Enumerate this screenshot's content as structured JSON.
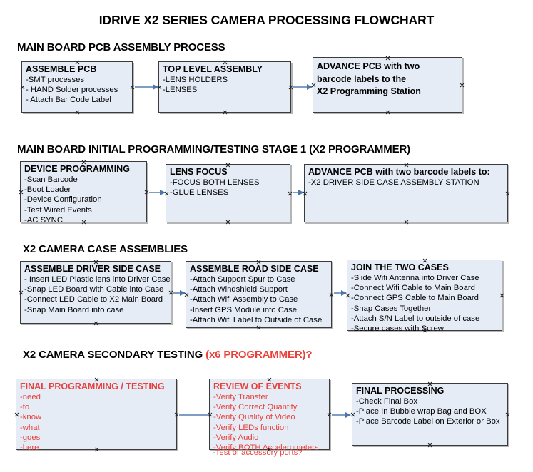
{
  "page": {
    "title": "IDRIVE X2  SERIES CAMERA PROCESSING FLOWCHART",
    "accent_color": "#e8403a",
    "box_fill": "#e6ecf6",
    "box_border": "#3b3b3b",
    "arrow_color": "#4a76ad"
  },
  "sections": [
    {
      "id": "sec1",
      "heading": "MAIN BOARD PCB ASSEMBLY PROCESS",
      "heading_accent": ""
    },
    {
      "id": "sec2",
      "heading": "MAIN BOARD INITIAL PROGRAMMING/TESTING STAGE 1 (X2 PROGRAMMER)",
      "heading_accent": ""
    },
    {
      "id": "sec3",
      "heading": "X2 CAMERA CASE ASSEMBLIES",
      "heading_accent": ""
    },
    {
      "id": "sec4",
      "heading": "X2 CAMERA SECONDARY TESTING ",
      "heading_accent": "(x6 PROGRAMMER)?"
    }
  ],
  "row1": {
    "box1": {
      "title": "ASSEMBLE PCB",
      "lines": [
        "-SMT processes",
        "- HAND Solder processes",
        "- Attach Bar Code Label"
      ]
    },
    "box2": {
      "title": "TOP LEVEL ASSEMBLY",
      "lines": [
        "-LENS HOLDERS",
        "-LENSES"
      ]
    },
    "box3": {
      "title_lines": [
        "ADVANCE PCB with two",
        "barcode labels to the",
        " X2 Programming Station"
      ],
      "lines": []
    }
  },
  "row2": {
    "box1": {
      "title": "DEVICE PROGRAMMING",
      "lines": [
        "-Scan Barcode",
        "-Boot Loader",
        "-Device Configuration",
        "-Test Wired Events",
        "-AC SYNC"
      ]
    },
    "box2": {
      "title": "LENS FOCUS",
      "lines": [
        "-FOCUS BOTH LENSES",
        "-GLUE LENSES"
      ]
    },
    "box3": {
      "title": "ADVANCE PCB with two barcode labels to:",
      "lines": [
        "-X2 DRIVER  SIDE  CASE  ASSEMBLY STATION"
      ]
    }
  },
  "row3": {
    "box1": {
      "title": "ASSEMBLE DRIVER SIDE CASE",
      "lines": [
        "- Insert LED Plastic lens into Driver Case",
        "-Snap LED Board with Cable into Case",
        "-Connect LED Cable to X2 Main Board",
        "-Snap Main Board into case"
      ]
    },
    "box2": {
      "title": "ASSEMBLE ROAD SIDE CASE",
      "lines": [
        "-Attach Support Spur to Case",
        "-Attach Windshield Support",
        "-Attach Wifi Assembly to Case",
        "-Insert GPS Module into Case",
        "-Attach Wifi Label to Outside of Case"
      ]
    },
    "box3": {
      "title": "JOIN THE TWO CASES",
      "lines": [
        "-Slide Wifi Antenna into Driver Case",
        "-Connect Wifi Cable to Main Board",
        "-Connect GPS Cable to Main Board",
        "-Snap Cases Together",
        "-Attach S/N Label to outside of case",
        "-Secure cases with Screw"
      ]
    }
  },
  "row4": {
    "box1": {
      "title": "FINAL PROGRAMMING / TESTING",
      "lines": [
        "-need",
        "-to",
        "-know",
        "-what",
        "-goes",
        "-here"
      ]
    },
    "box2": {
      "title": "REVIEW OF EVENTS",
      "lines": [
        "-Verify Transfer",
        "-Verify Correct Quantity",
        "-Verify Quality of Video",
        "-Verify LEDs function",
        "-Verify Audio",
        "-Verify BOTH Accelerometers"
      ],
      "overflow_line": "-Test of accessory ports?"
    },
    "box3": {
      "title": "FINAL PROCESSING",
      "lines": [
        "-Check Final Box",
        "-Place In Bubble wrap Bag and BOX",
        "-Place Barcode Label on Exterior or Box"
      ]
    }
  }
}
